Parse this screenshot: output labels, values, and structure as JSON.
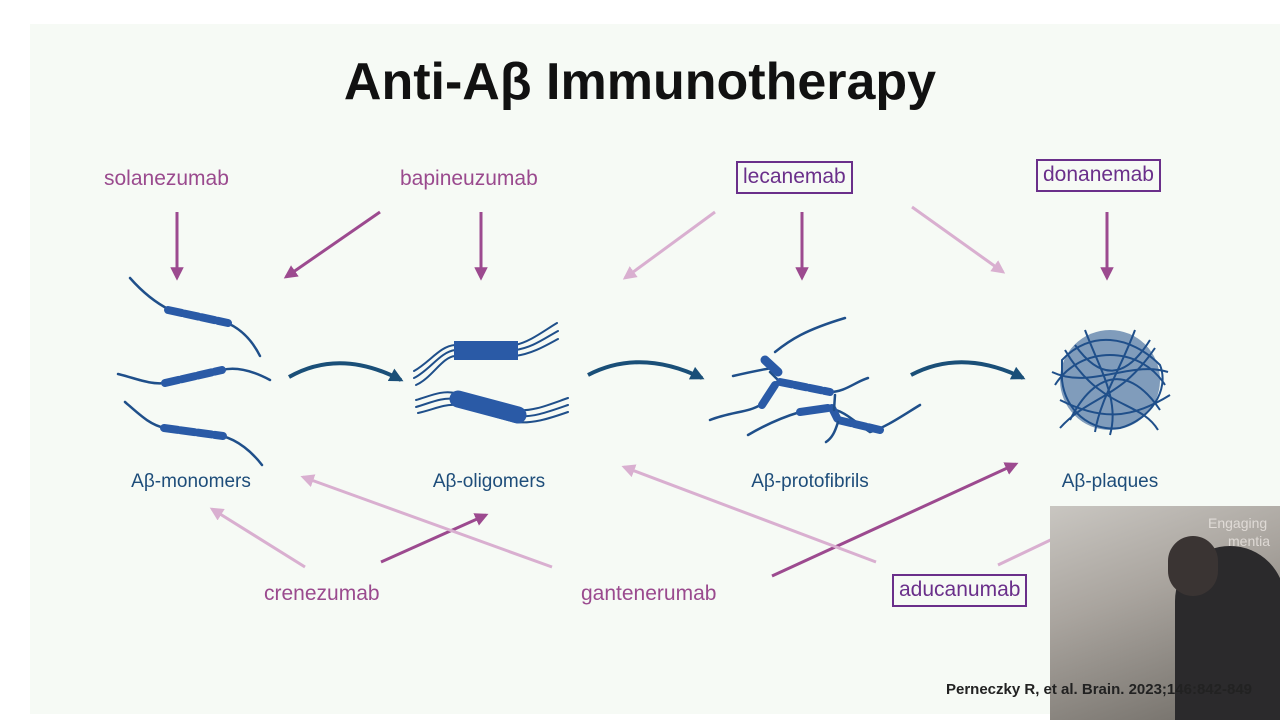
{
  "slide": {
    "title": "Anti-Aβ Immunotherapy",
    "citation": "Perneczky R, et al. Brain. 2023;146:842-849"
  },
  "drugs": {
    "solanezumab": "solanezumab",
    "bapineuzumab": "bapineuzumab",
    "lecanemab": "lecanemab",
    "donanemab": "donanemab",
    "crenezumab": "crenezumab",
    "gantenerumab": "gantenerumab",
    "aducanumab": "aducanumab"
  },
  "stages": {
    "monomers": "Aβ-monomers",
    "oligomers": "Aβ-oligomers",
    "protofibrils": "Aβ-protofibrils",
    "plaques": "Aβ-plaques"
  },
  "webcam": {
    "banner_line1": "Engaging",
    "banner_line2": "mentia"
  },
  "colors": {
    "strong_arrow": "#9c4a8f",
    "light_arrow": "#d9afd0",
    "progression_arrow": "#1a4f78",
    "boxed_drug": "#6a2f8a",
    "stage_label": "#1e4d7a",
    "peptide": "#2a5aa6"
  }
}
